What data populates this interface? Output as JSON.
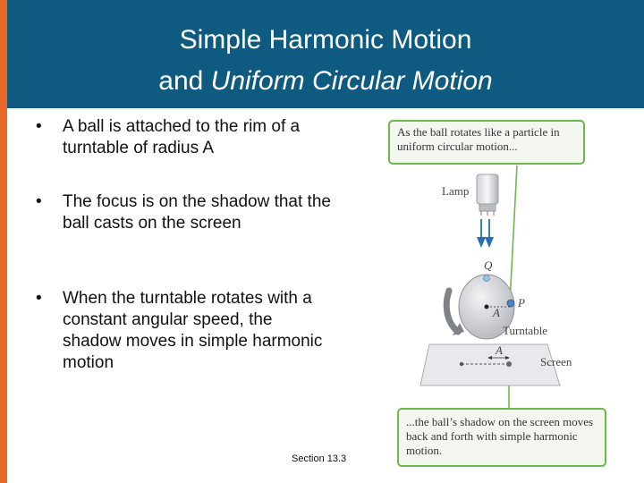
{
  "header": {
    "title_line1": "Simple Harmonic Motion",
    "title_line2_plain": "and ",
    "title_line2_italic": "Uniform Circular Motion"
  },
  "bullets": [
    {
      "marker": "•",
      "text": "A ball is attached to the rim of a turntable of radius A"
    },
    {
      "marker": "•",
      "text": "The focus is on the shadow that the ball casts on the screen"
    },
    {
      "marker": "•",
      "text": "When the turntable rotates with a constant angular speed, the shadow moves in simple harmonic motion"
    }
  ],
  "footer": {
    "section": "Section 13.3"
  },
  "figure": {
    "callout_top": "As the ball rotates like a particle in uniform circular motion...",
    "callout_bottom": "...the ball’s shadow on the screen moves back and forth with simple harmonic motion.",
    "labels": {
      "lamp": "Lamp",
      "q": "Q",
      "p": "P",
      "a_disk": "A",
      "turntable": "Turntable",
      "a_screen": "A",
      "screen": "Screen"
    }
  },
  "colors": {
    "header_bg": "#0e5a80",
    "accent_bar": "#e8682a",
    "callout_border": "#6db84a",
    "ray_blue": "#2a6db5"
  }
}
